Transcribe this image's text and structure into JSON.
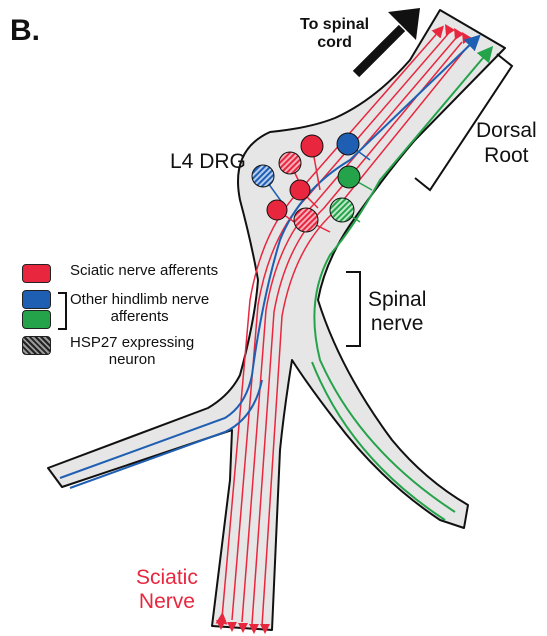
{
  "panel_label": "B.",
  "direction_label": "To spinal\ncord",
  "drg_label": "L4 DRG",
  "dorsal_root_label": "Dorsal\nRoot",
  "spinal_nerve_label": "Spinal\nnerve",
  "sciatic_nerve_label": "Sciatic\nNerve",
  "legend": {
    "items": [
      {
        "label": "Sciatic nerve afferents",
        "color": "#e8273f",
        "pattern": "solid"
      },
      {
        "label": "Other hindlimb nerve\nafferents",
        "color": "#1f5fb3",
        "pattern": "solid"
      },
      {
        "label": "",
        "color": "#25a34a",
        "pattern": "solid"
      },
      {
        "label": "HSP27 expressing\nneuron",
        "color": "#555555",
        "pattern": "hatched"
      }
    ]
  },
  "colors": {
    "red": "#e8273f",
    "blue": "#1f5fb3",
    "green": "#25a34a",
    "nerve_fill": "#e6e6e6",
    "outline": "#111111"
  }
}
